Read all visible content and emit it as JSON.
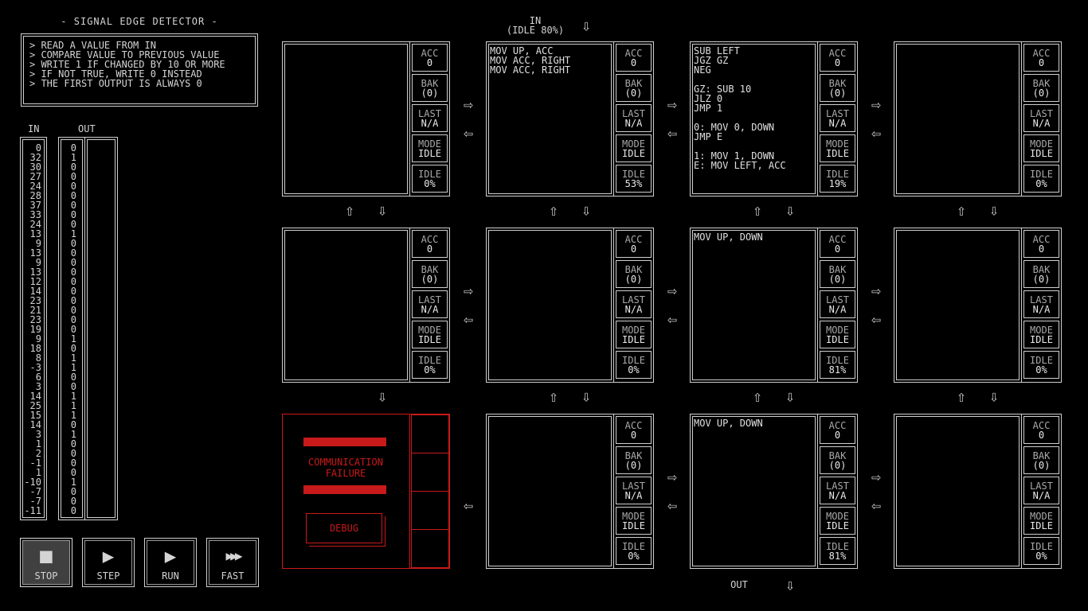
{
  "puzzle": {
    "title": "- SIGNAL EDGE DETECTOR -",
    "description": [
      "> READ A VALUE FROM IN",
      "> COMPARE VALUE TO PREVIOUS VALUE",
      "> WRITE 1 IF CHANGED BY 10 OR MORE",
      "> IF NOT TRUE, WRITE 0 INSTEAD",
      "> THE FIRST OUTPUT IS ALWAYS 0"
    ]
  },
  "streams": {
    "in_label": "IN",
    "out_label": "OUT",
    "in_values": [
      "0",
      "32",
      "30",
      "27",
      "24",
      "28",
      "37",
      "33",
      "24",
      "13",
      "9",
      "13",
      "9",
      "13",
      "12",
      "14",
      "23",
      "21",
      "23",
      "19",
      "9",
      "18",
      "8",
      "-3",
      "6",
      "3",
      "14",
      "25",
      "15",
      "14",
      "3",
      "1",
      "2",
      "-1",
      "1",
      "-10",
      "-7",
      "-7",
      "-11"
    ],
    "out_values": [
      "0",
      "1",
      "0",
      "0",
      "0",
      "0",
      "0",
      "0",
      "0",
      "1",
      "0",
      "0",
      "0",
      "0",
      "0",
      "0",
      "0",
      "0",
      "0",
      "0",
      "1",
      "0",
      "1",
      "1",
      "0",
      "0",
      "1",
      "1",
      "1",
      "0",
      "1",
      "0",
      "0",
      "0",
      "0",
      "1",
      "0",
      "0",
      "0"
    ]
  },
  "controls": [
    {
      "label": "STOP",
      "icon": "stop-icon",
      "glyph": "■"
    },
    {
      "label": "STEP",
      "icon": "step-icon",
      "glyph": "▶"
    },
    {
      "label": "RUN",
      "icon": "run-icon",
      "glyph": "▶"
    },
    {
      "label": "FAST",
      "icon": "fast-icon",
      "glyph": "▶▶▶"
    }
  ],
  "io": {
    "in_label": "IN",
    "in_idle": "(IDLE 80%)",
    "out_label": "OUT"
  },
  "register_labels": {
    "acc": "ACC",
    "bak": "BAK",
    "last": "LAST",
    "mode": "MODE",
    "idle": "IDLE"
  },
  "nodes": [
    {
      "code": "",
      "acc": "0",
      "bak": "(0)",
      "last": "N/A",
      "mode": "IDLE",
      "idle": "0%"
    },
    {
      "code": "MOV UP, ACC\nMOV ACC, RIGHT\nMOV ACC, RIGHT",
      "acc": "0",
      "bak": "(0)",
      "last": "N/A",
      "mode": "IDLE",
      "idle": "53%"
    },
    {
      "code": "SUB LEFT\nJGZ GZ\nNEG\n\nGZ: SUB 10\nJLZ 0\nJMP 1\n\n0: MOV 0, DOWN\nJMP E\n\n1: MOV 1, DOWN\nE: MOV LEFT, ACC",
      "acc": "0",
      "bak": "(0)",
      "last": "N/A",
      "mode": "IDLE",
      "idle": "19%"
    },
    {
      "code": "",
      "acc": "0",
      "bak": "(0)",
      "last": "N/A",
      "mode": "IDLE",
      "idle": "0%"
    },
    {
      "code": "",
      "acc": "0",
      "bak": "(0)",
      "last": "N/A",
      "mode": "IDLE",
      "idle": "0%"
    },
    {
      "code": "",
      "acc": "0",
      "bak": "(0)",
      "last": "N/A",
      "mode": "IDLE",
      "idle": "0%"
    },
    {
      "code": "MOV UP, DOWN",
      "acc": "0",
      "bak": "(0)",
      "last": "N/A",
      "mode": "IDLE",
      "idle": "81%"
    },
    {
      "code": "",
      "acc": "0",
      "bak": "(0)",
      "last": "N/A",
      "mode": "IDLE",
      "idle": "0%"
    },
    {
      "failure": true,
      "message": "COMMUNICATION\nFAILURE",
      "debug": "DEBUG"
    },
    {
      "code": "",
      "acc": "0",
      "bak": "(0)",
      "last": "N/A",
      "mode": "IDLE",
      "idle": "0%"
    },
    {
      "code": "MOV UP, DOWN",
      "acc": "0",
      "bak": "(0)",
      "last": "N/A",
      "mode": "IDLE",
      "idle": "81%"
    },
    {
      "code": "",
      "acc": "0",
      "bak": "(0)",
      "last": "N/A",
      "mode": "IDLE",
      "idle": "0%"
    }
  ],
  "colors": {
    "fg": "#d4d4d4",
    "bg": "#000000",
    "error": "#c81a1a"
  }
}
